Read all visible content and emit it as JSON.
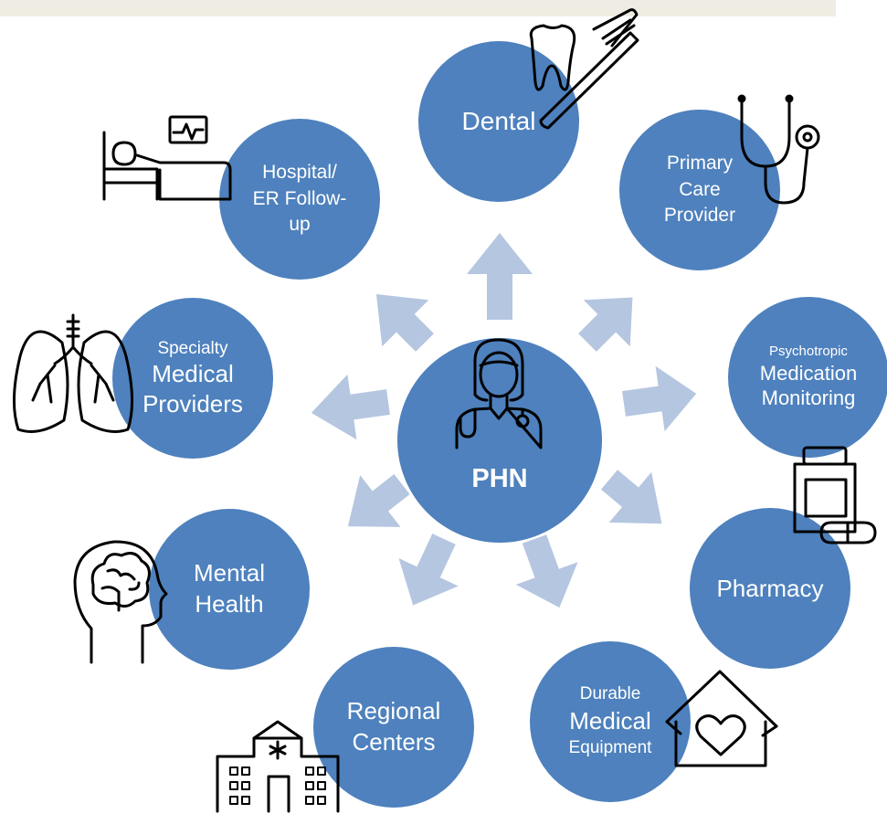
{
  "colors": {
    "node_fill": "#4e81bd",
    "arrow_fill": "#b5c6e0",
    "icon_stroke": "#000000",
    "top_band": "#efece3"
  },
  "center": {
    "label": "PHN",
    "icon": "nurse-icon"
  },
  "services": {
    "dental": {
      "label": "Dental",
      "icon": "tooth-toothbrush-icon"
    },
    "primary_care": {
      "label": "Primary\nCare\nProvider",
      "icon": "stethoscope-icon"
    },
    "psychotropic": {
      "line1": "Psychotropic",
      "line2": "Medication\nMonitoring",
      "icon": "none"
    },
    "pharmacy": {
      "label": "Pharmacy",
      "icon": "pill-bottle-icon"
    },
    "durable": {
      "line1": "Durable",
      "line2": "Medical",
      "line3": "Equipment",
      "icon": "house-heart-icon"
    },
    "regional": {
      "label": "Regional\nCenters",
      "icon": "hospital-building-icon"
    },
    "mental": {
      "label": "Mental\nHealth",
      "icon": "head-brain-icon"
    },
    "specialty": {
      "line1": "Specialty",
      "line2": "Medical\nProviders",
      "icon": "lungs-icon"
    },
    "hospital": {
      "label": "Hospital/\nER Follow-\nup",
      "icon": "hospital-bed-monitor-icon"
    }
  }
}
